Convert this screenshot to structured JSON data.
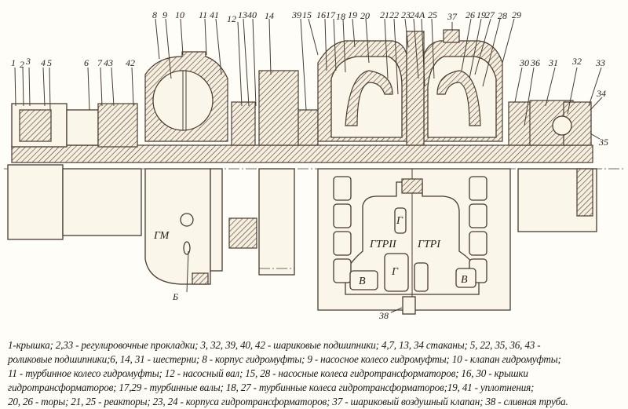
{
  "labels": {
    "n1": "1",
    "n2": "2",
    "n3": "3",
    "n4": "4",
    "n5": "5",
    "n6": "6",
    "n7": "7",
    "n43": "43",
    "n42": "42",
    "n8": "8",
    "n9": "9",
    "n10": "10",
    "n11": "11",
    "n41": "41",
    "n12": "12",
    "n13": "13",
    "n40": "40",
    "n14": "14",
    "n39": "39",
    "n15": "15",
    "n16": "16",
    "n17": "17",
    "n18": "18",
    "n19a": "19",
    "n20": "20",
    "n21": "21",
    "n22": "22",
    "n23": "23",
    "n24": "24",
    "nA": "A",
    "n25": "25",
    "n37": "37",
    "n26": "26",
    "n19b": "19",
    "n27": "27",
    "n28": "28",
    "n29": "29",
    "n30": "30",
    "n36": "36",
    "n31": "31",
    "n32": "32",
    "n33": "33",
    "n34": "34",
    "n35": "35",
    "n38": "38"
  },
  "zones": {
    "gm": "ГМ",
    "b": "Б",
    "gtr2": "ГТРII",
    "gtr1": "ГТРI",
    "g1": "Г",
    "g2": "Г",
    "v1": "В",
    "v2": "В"
  },
  "caption": [
    "1-крышка; 2,33 - регулировочные прокладки; 3, 32, 39, 40, 42 - шариковые подшипники; 4,7, 13, 34 стаканы; 5, 22, 35, 36, 43 -",
    "роликовые подшипники;6, 14, 31 - шестерни; 8 - корпус гидромуфты; 9 - насосное колесо гидромуфты; 10 - клапан гидромуфты;",
    "11 - турбинное колесо гидромуфты; 12 - насосный вал; 15, 28 - насосные колеса гидротрансформаторов; 16, 30 - крышки",
    "гидротрансформаторов; 17,29 - турбинные валы; 18, 27 - турбинные колеса гидротрансформаторов;19, 41 - уплотнения;",
    "20, 26 - торы; 21, 25 - реакторы; 23, 24 - корпуса гидротрансформаторов; 37 - шариковый воздушный клапан; 38 - сливная труба."
  ]
}
